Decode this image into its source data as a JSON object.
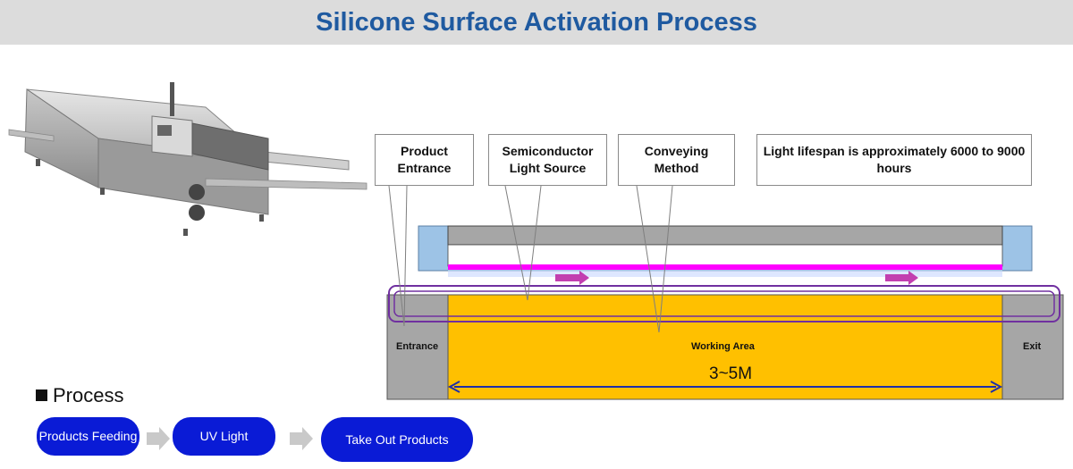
{
  "title": "Silicone Surface Activation Process",
  "callouts": {
    "product_entrance": "Product Entrance",
    "light_source": "Semiconductor Light Source",
    "conveying": "Conveying Method",
    "lifespan": "Light lifespan is approximately 6000 to 9000 hours"
  },
  "zones": {
    "entrance": "Entrance",
    "working": "Working Area",
    "exit": "Exit"
  },
  "dimension": "3~5M",
  "process": {
    "heading": "Process",
    "steps": [
      "Products Feeding",
      "UV Light",
      "Take Out Products"
    ]
  },
  "colors": {
    "title": "#1f5aa0",
    "working_area": "#ffc000",
    "side_zone": "#a6a6a6",
    "uv_strip": "#ff00ff",
    "pill": "#0a1bd6",
    "outline": "#7030a0"
  }
}
